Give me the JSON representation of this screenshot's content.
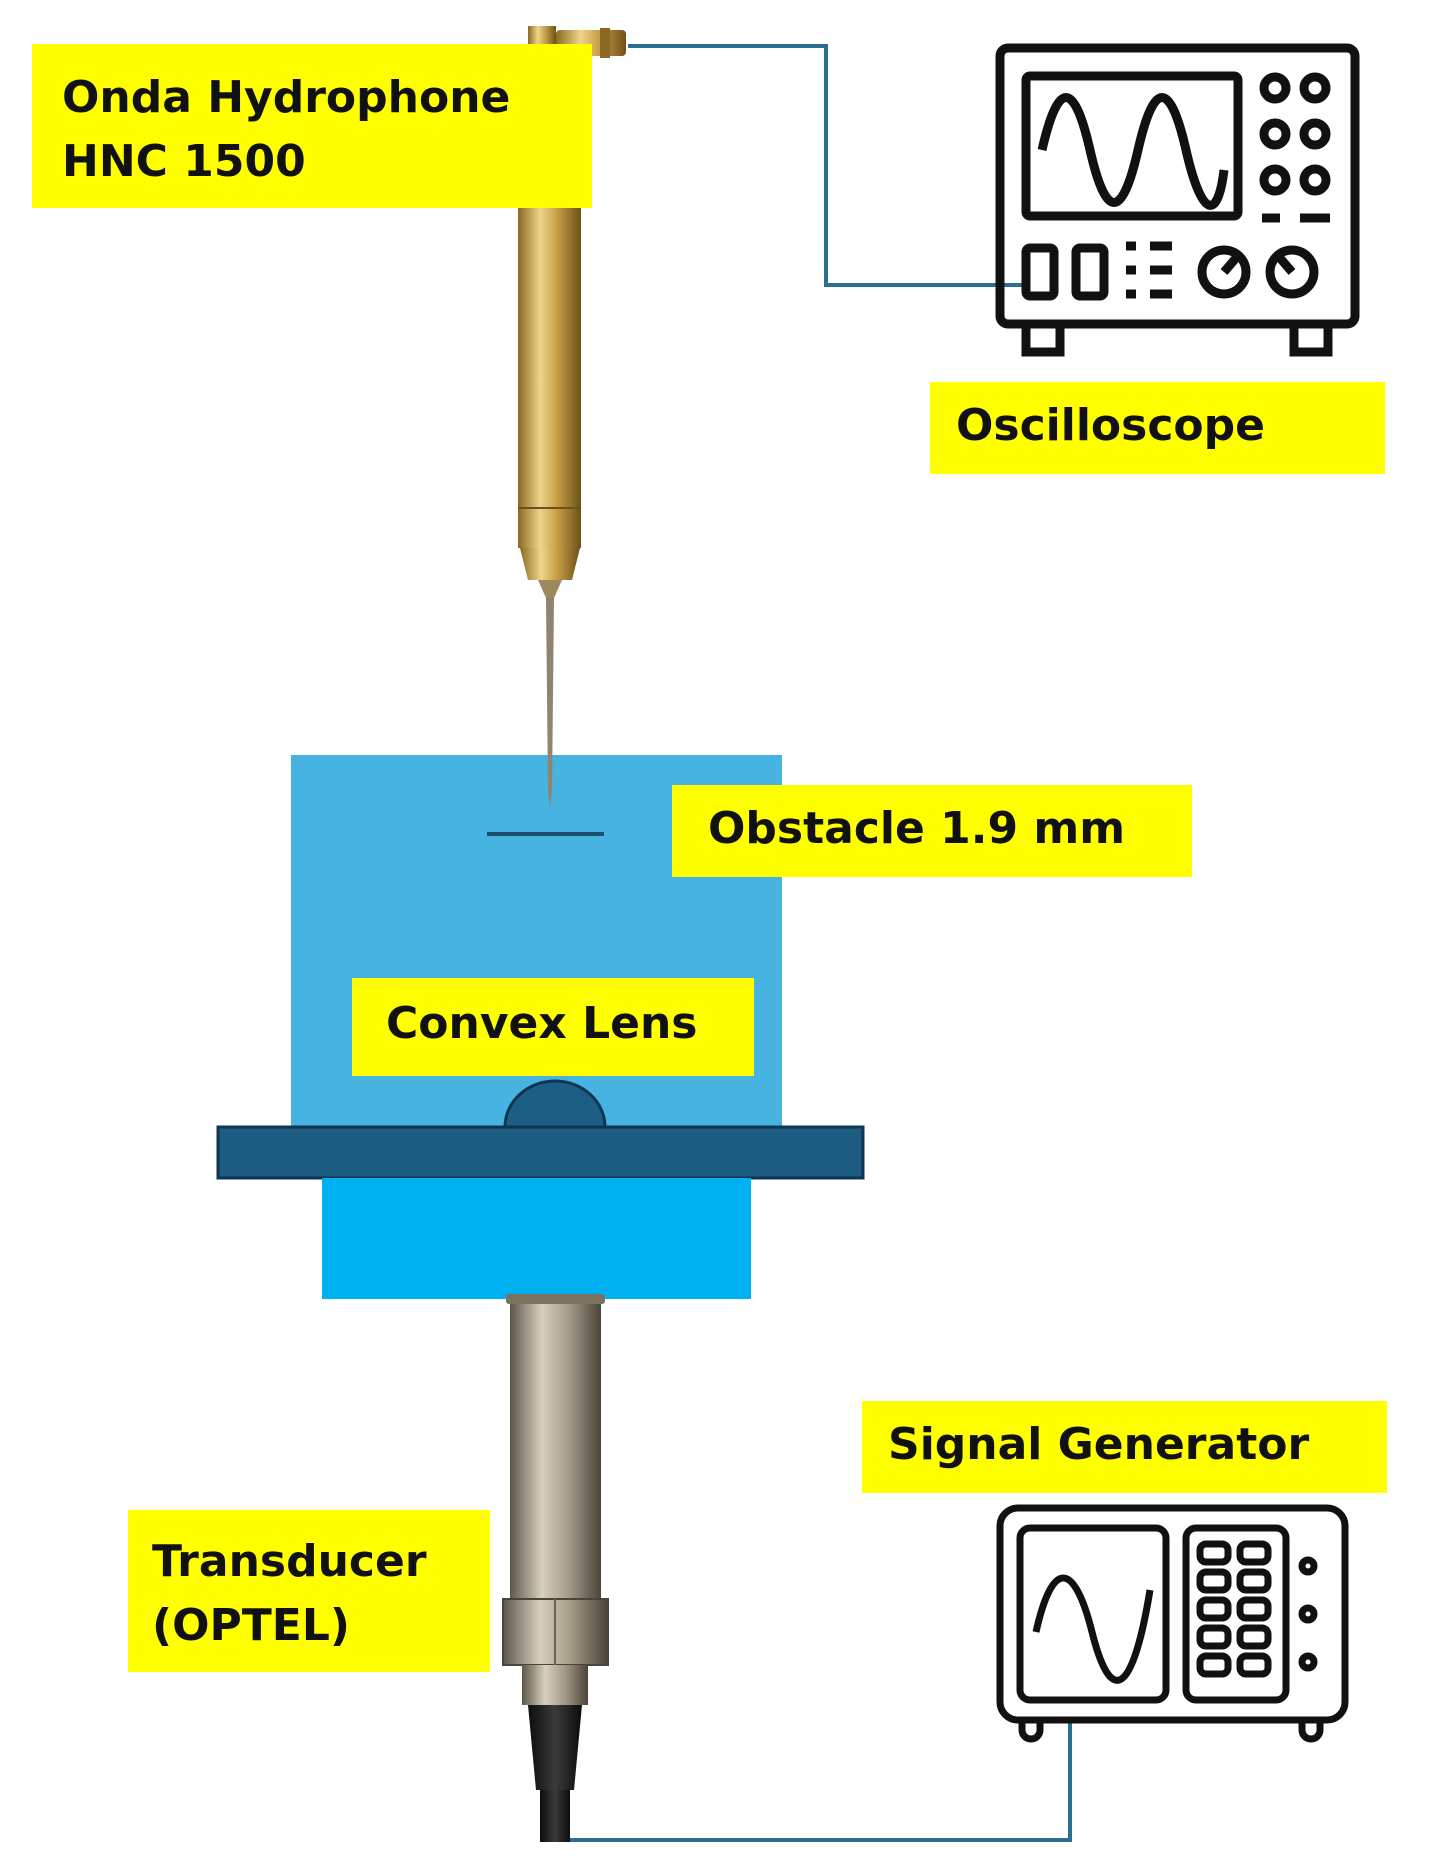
{
  "labels": {
    "hydrophone": "Onda Hydrophone\nHNC 1500",
    "oscilloscope": "Oscilloscope",
    "obstacle": "Obstacle 1.9 mm",
    "lens": "Convex Lens",
    "signal_generator": "Signal Generator",
    "transducer": "Transducer\n(OPTEL)"
  },
  "colors": {
    "label_bg": "#ffff00",
    "tank_water": "#46b3e1",
    "mount_block": "#00b0f0",
    "plate": "#1b5c80",
    "lens": "#1d5f84",
    "cable": "#2a6f8f",
    "brass": "#c9a24a",
    "steel": "#a39a87"
  },
  "icons": [
    "oscilloscope-icon",
    "signal-generator-icon",
    "hydrophone-icon",
    "transducer-icon"
  ]
}
